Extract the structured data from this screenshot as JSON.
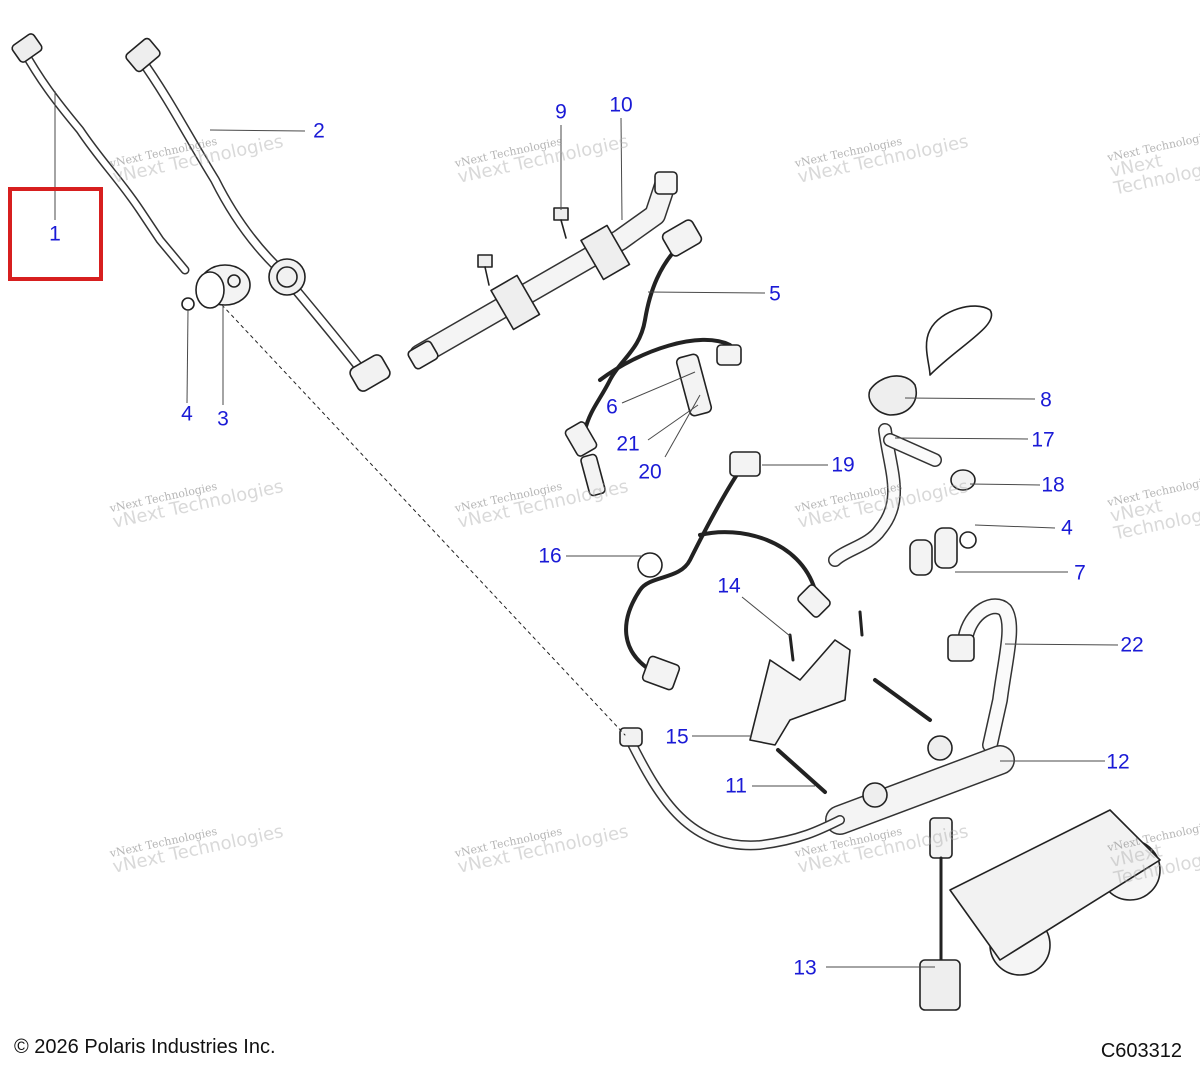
{
  "callouts": [
    {
      "id": "1",
      "label": "1"
    },
    {
      "id": "2",
      "label": "2"
    },
    {
      "id": "3",
      "label": "3"
    },
    {
      "id": "4a",
      "label": "4"
    },
    {
      "id": "4b",
      "label": "4"
    },
    {
      "id": "5",
      "label": "5"
    },
    {
      "id": "6",
      "label": "6"
    },
    {
      "id": "7",
      "label": "7"
    },
    {
      "id": "8",
      "label": "8"
    },
    {
      "id": "9",
      "label": "9"
    },
    {
      "id": "10",
      "label": "10"
    },
    {
      "id": "11",
      "label": "11"
    },
    {
      "id": "12",
      "label": "12"
    },
    {
      "id": "13",
      "label": "13"
    },
    {
      "id": "14",
      "label": "14"
    },
    {
      "id": "15",
      "label": "15"
    },
    {
      "id": "16",
      "label": "16"
    },
    {
      "id": "17",
      "label": "17"
    },
    {
      "id": "18",
      "label": "18"
    },
    {
      "id": "19",
      "label": "19"
    },
    {
      "id": "20",
      "label": "20"
    },
    {
      "id": "21",
      "label": "21"
    },
    {
      "id": "22",
      "label": "22"
    }
  ],
  "highlighted_callout": "1",
  "highlight_color": "#d71f1f",
  "callout_color": "#1a1ad6",
  "watermark": {
    "line1": "vNext Technologies",
    "line2": "vNext Technologies"
  },
  "footer": {
    "copyright": "© 2026 Polaris Industries Inc.",
    "diagram_code": "C603312"
  }
}
